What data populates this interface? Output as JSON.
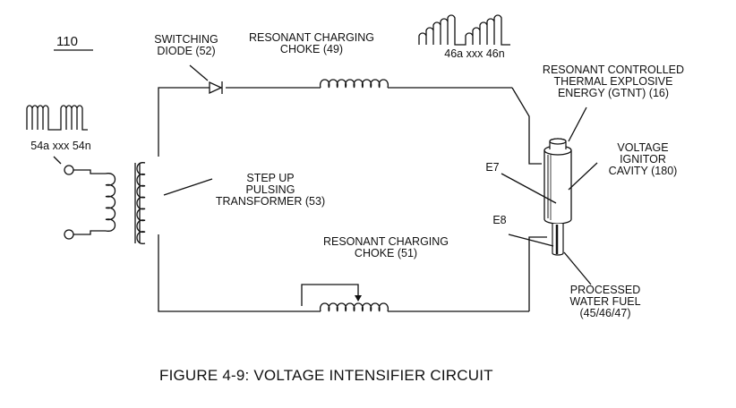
{
  "figure_number": "110",
  "labels": {
    "switching_diode": [
      "SWITCHING",
      "DIODE (52)"
    ],
    "choke_49": [
      "RESONANT CHARGING",
      "CHOKE (49)"
    ],
    "pulse_out": "46a xxx 46n",
    "gtnt": [
      "RESONANT CONTROLLED",
      "THERMAL EXPLOSIVE",
      "ENERGY (GTNT) (16)"
    ],
    "cavity": [
      "VOLTAGE",
      "IGNITOR",
      "CAVITY (180)"
    ],
    "pulse_in": "54a xxx 54n",
    "transformer": [
      "STEP UP",
      "PULSING",
      "TRANSFORMER (53)"
    ],
    "e7": "E7",
    "e8": "E8",
    "choke_51": [
      "RESONANT CHARGING",
      "CHOKE (51)"
    ],
    "water_fuel": [
      "PROCESSED",
      "WATER FUEL",
      "(45/46/47)"
    ]
  },
  "caption": "FIGURE 4-9: VOLTAGE INTENSIFIER CIRCUIT"
}
